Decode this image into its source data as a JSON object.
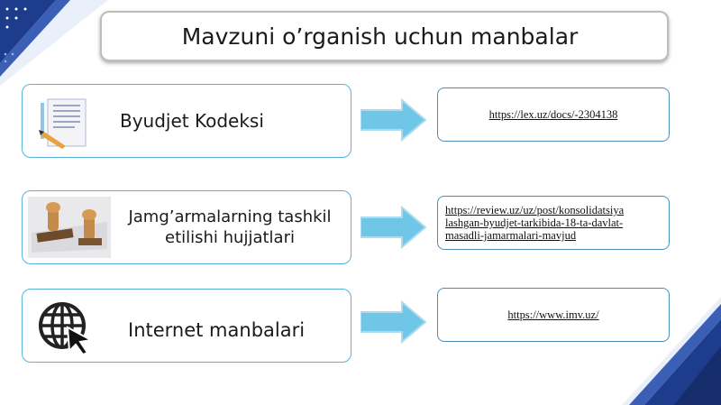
{
  "title": "Mavzuni o’rganish uchun manbalar",
  "rows": [
    {
      "label": "Byudjet Kodeksi",
      "icon": "document-pen-icon",
      "link": "https://lex.uz/docs/-2304138"
    },
    {
      "label_line1": "Jamg’armalarning tashkil",
      "label_line2": "etilishi hujjatlari",
      "icon": "stamp-icon",
      "link_lines": [
        "https://review.uz/uz/post/konsolidatsiya",
        "lashgan-byudjet-tarkibida-18-ta-davlat-",
        "masadli-jamarmalari-mavjud"
      ]
    },
    {
      "label": "Internet manbalari",
      "icon": "globe-cursor-icon",
      "link": "https://www.imv.uz/"
    }
  ],
  "colors": {
    "row_border": "#5bb3d9",
    "arrow": "#6fc6e6",
    "decor": "#1d3c8c"
  }
}
